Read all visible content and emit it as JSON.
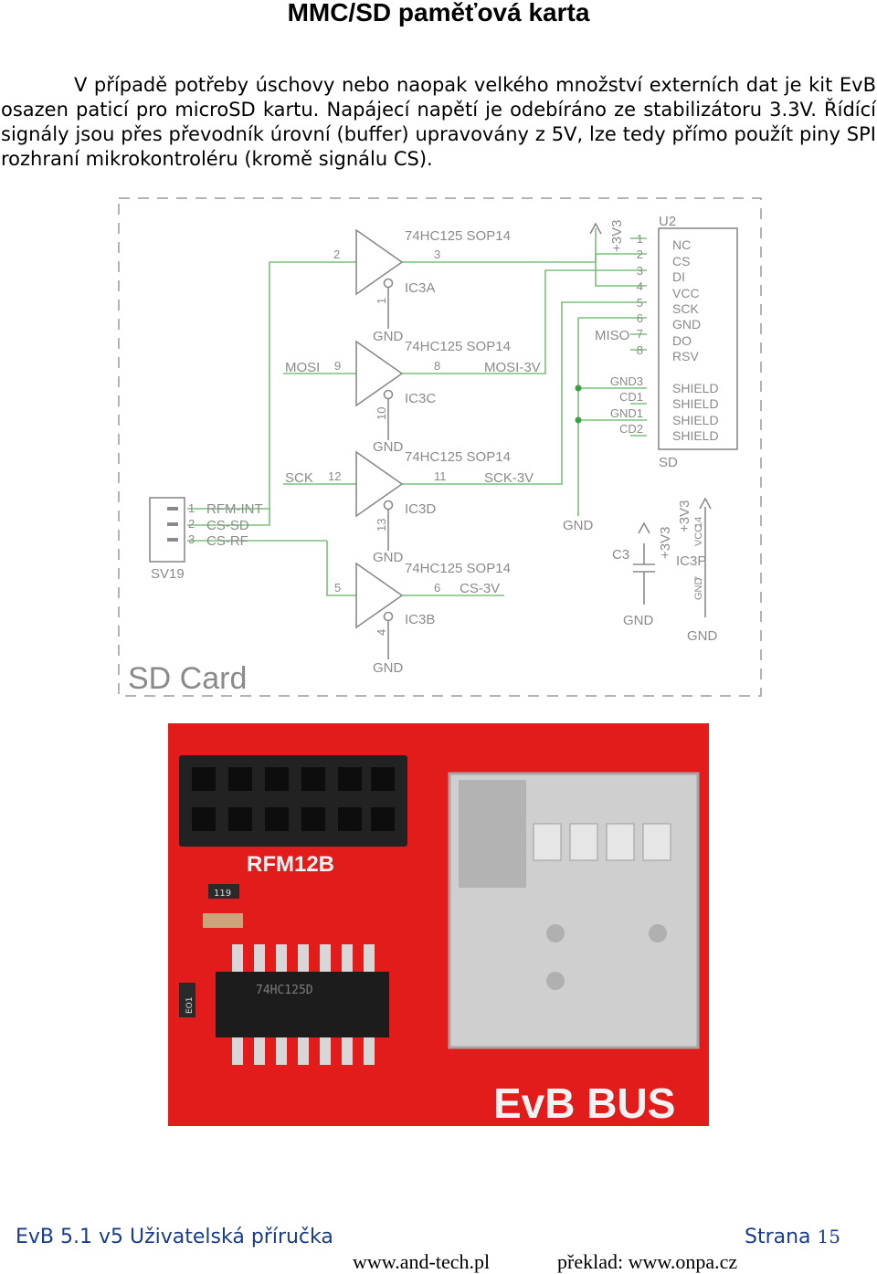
{
  "page": {
    "title": "MMC/SD paměťová karta",
    "paragraph_lines": [
      "V případě potřeby úschovy nebo naopak velkého množství externích dat je kit EvB",
      "osazen paticí pro microSD kartu. Napájecí napětí je odebíráno ze stabilizátoru 3.3V. Řídící",
      "signály jsou přes převodník úrovní (buffer) upravovány z 5V, lze tedy přímo použít piny SPI",
      "rozhraní mikrokontroléru (kromě signálu CS)."
    ]
  },
  "schematic": {
    "frame_label": "SD Card",
    "buffers": [
      {
        "part": "74HC125 SOP14",
        "name": "IC3A",
        "in_pin": "2",
        "out_pin": "3",
        "oe_pin": "1",
        "gnd": "GND",
        "in_net": "",
        "out_net": ""
      },
      {
        "part": "74HC125 SOP14",
        "name": "IC3C",
        "in_pin": "9",
        "out_pin": "8",
        "oe_pin": "10",
        "gnd": "GND",
        "in_net": "MOSI",
        "out_net": "MOSI-3V"
      },
      {
        "part": "74HC125 SOP14",
        "name": "IC3D",
        "in_pin": "12",
        "out_pin": "11",
        "oe_pin": "13",
        "gnd": "GND",
        "in_net": "SCK",
        "out_net": "SCK-3V"
      },
      {
        "part": "74HC125 SOP14",
        "name": "IC3B",
        "in_pin": "5",
        "out_pin": "6",
        "oe_pin": "4",
        "gnd": "GND",
        "in_net": "",
        "out_net": "CS-3V"
      }
    ],
    "connector": {
      "name": "SV19",
      "pins": [
        {
          "num": "1",
          "net": "RFM-INT"
        },
        {
          "num": "2",
          "net": "CS-SD"
        },
        {
          "num": "3",
          "net": "CS-RF"
        }
      ]
    },
    "sd_socket": {
      "name": "U2",
      "value": "SD",
      "supply": "+3V3",
      "pin_numbers": [
        "1",
        "2",
        "3",
        "4",
        "5",
        "6",
        "7",
        "8"
      ],
      "pin_names": [
        "NC",
        "CS",
        "DI",
        "VCC",
        "SCK",
        "GND",
        "DO",
        "RSV"
      ],
      "shield_pins": [
        "GND3",
        "CD1",
        "GND1",
        "CD2"
      ],
      "shield_names": [
        "SHIELD",
        "SHIELD",
        "SHIELD",
        "SHIELD"
      ],
      "miso_label": "MISO",
      "gnd_label": "GND"
    },
    "capacitor": {
      "name": "C3",
      "supply": "+3V3",
      "gnd": "GND"
    },
    "power_ic": {
      "name": "IC3P",
      "supply": "+3V3",
      "vcc_pin": "VCC",
      "vcc_num": "14",
      "gnd_pin": "GND",
      "gnd_num": "7",
      "gnd": "GND"
    },
    "colors": {
      "wire": "#7cc07a",
      "text": "#8a8a8a",
      "symbol": "#8a8a8a",
      "frame": "#9a9a9a",
      "junction": "#3aa048"
    }
  },
  "photo": {
    "silk_label": "RFM12B",
    "chip_text": "74HC125D",
    "board_label": "EvB BUS",
    "resistor_code_1": "119",
    "resistor_code_2": "EO1",
    "colors": {
      "board": "#e21b1b",
      "silk": "#f2f2f2",
      "chip": "#1c1c1c",
      "metal": "#cfcfcf"
    }
  },
  "footer": {
    "left": "EvB 5.1 v5 Uživatelská příručka",
    "right_label": "Strana",
    "page_number": "15",
    "url_left": "www.and-tech.pl",
    "url_right": "překlad: www.onpa.cz"
  }
}
